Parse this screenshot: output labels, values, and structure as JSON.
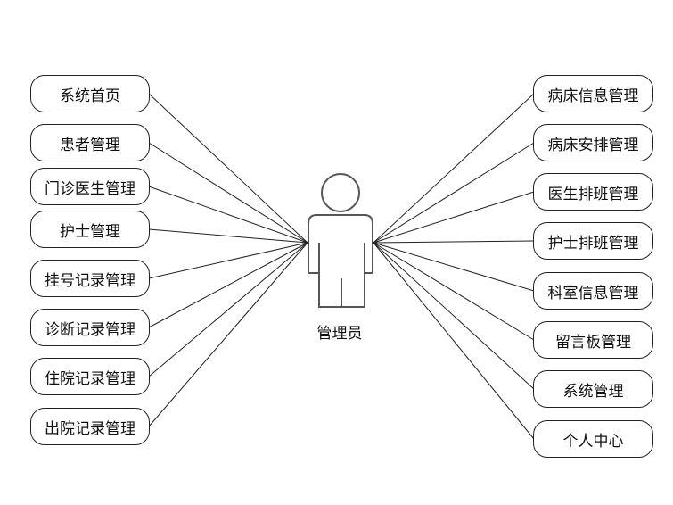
{
  "actor": {
    "label": "管理员"
  },
  "left_nodes": [
    {
      "label": "系统首页"
    },
    {
      "label": "患者管理"
    },
    {
      "label": "门诊医生管理"
    },
    {
      "label": "护士管理"
    },
    {
      "label": "挂号记录管理"
    },
    {
      "label": "诊断记录管理"
    },
    {
      "label": "住院记录管理"
    },
    {
      "label": "出院记录管理"
    }
  ],
  "right_nodes": [
    {
      "label": "病床信息管理"
    },
    {
      "label": "病床安排管理"
    },
    {
      "label": "医生排班管理"
    },
    {
      "label": "护士排班管理"
    },
    {
      "label": "科室信息管理"
    },
    {
      "label": "留言板管理"
    },
    {
      "label": "系统管理"
    },
    {
      "label": "个人中心"
    }
  ]
}
